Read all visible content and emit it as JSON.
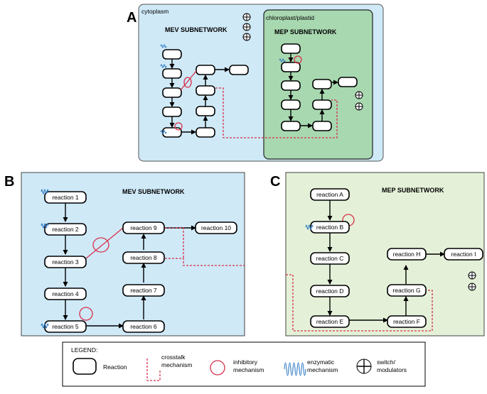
{
  "panels": {
    "a": {
      "letter": "A",
      "cytoplasm": "cytoplasm",
      "plastid": "chloroplast/plastid",
      "mev_title": "MEV SUBNETWORK",
      "mep_title": "MEP SUBNETWORK"
    },
    "b": {
      "letter": "B",
      "title": "MEV SUBNETWORK",
      "reactions": [
        "reaction 1",
        "reaction 2",
        "reaction 3",
        "reaction 4",
        "reaction 5",
        "reaction 6",
        "reaction 7",
        "reaction 8",
        "reaction 9",
        "reaction 10"
      ]
    },
    "c": {
      "letter": "C",
      "title": "MEP SUBNETWORK",
      "reactions": [
        "reaction A",
        "reaction B",
        "reaction C",
        "reaction D",
        "reaction E",
        "reaction F",
        "reaction G",
        "reaction H",
        "reaction I"
      ]
    }
  },
  "legend": {
    "title": "LEGEND:",
    "reaction": "Reaction",
    "crosstalk": [
      "crosstalk",
      "mechanism"
    ],
    "inhibitory": [
      "inhibitory",
      "mechanism"
    ],
    "enzymatic": [
      "enzymatic",
      "mechanism"
    ],
    "switch": [
      "switch/",
      "modulators"
    ]
  },
  "colors": {
    "panel_a_bg": "#cfe9f7",
    "plastid_bg": "#a8d8b0",
    "panel_b_bg": "#cfe9f7",
    "panel_c_bg": "#e4f1d8",
    "crosstalk": "#d8304a",
    "enzyme": "#2e7bc4"
  }
}
